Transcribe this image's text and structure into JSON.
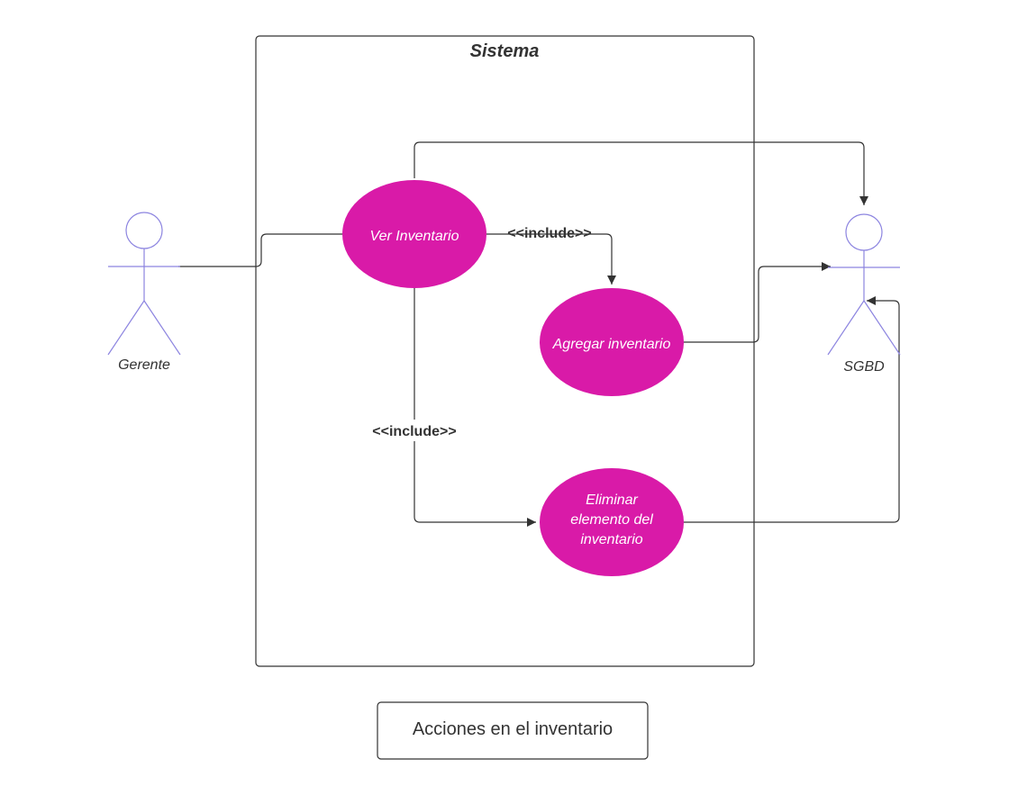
{
  "system": {
    "title": "Sistema"
  },
  "actors": {
    "gerente": {
      "label": "Gerente"
    },
    "sgbd": {
      "label": "SGBD"
    }
  },
  "use_cases": {
    "ver": {
      "label": "Ver Inventario"
    },
    "agregar": {
      "label": "Agregar inventario"
    },
    "eliminar": {
      "lines": [
        "Eliminar",
        "elemento del",
        "inventario"
      ]
    }
  },
  "relations": {
    "include_agregar": "<<include>>",
    "include_eliminar": "<<include>>"
  },
  "caption": {
    "text": "Acciones en el inventario"
  },
  "colors": {
    "use_case_fill": "#d91aa8",
    "actor_stroke": "#8c84e0",
    "line": "#333333"
  }
}
